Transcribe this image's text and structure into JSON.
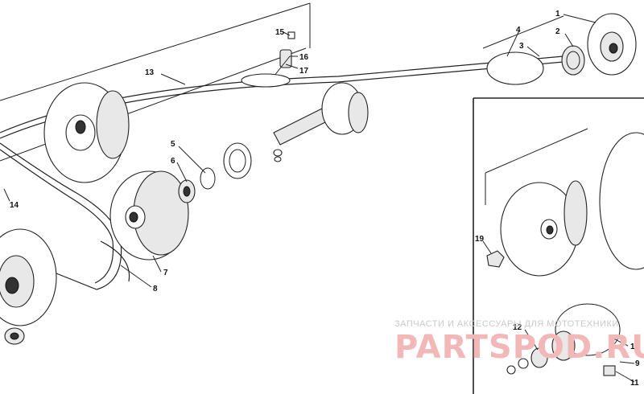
{
  "callouts": {
    "c1": "1",
    "c2": "2",
    "c3": "3",
    "c4": "4",
    "c5": "5",
    "c6": "6",
    "c7": "7",
    "c8": "8",
    "c9": "9",
    "c10": "10",
    "c11": "11",
    "c12": "12",
    "c13": "13",
    "c14": "14",
    "c15": "15",
    "c16": "16",
    "c17": "17",
    "c19": "19"
  },
  "watermark": {
    "caption": "ЗАПЧАСТИ И АКСЕССУАРЫ ДЛЯ МОТОТЕХНИКИ",
    "brand": "PARTSPOD.RU"
  }
}
